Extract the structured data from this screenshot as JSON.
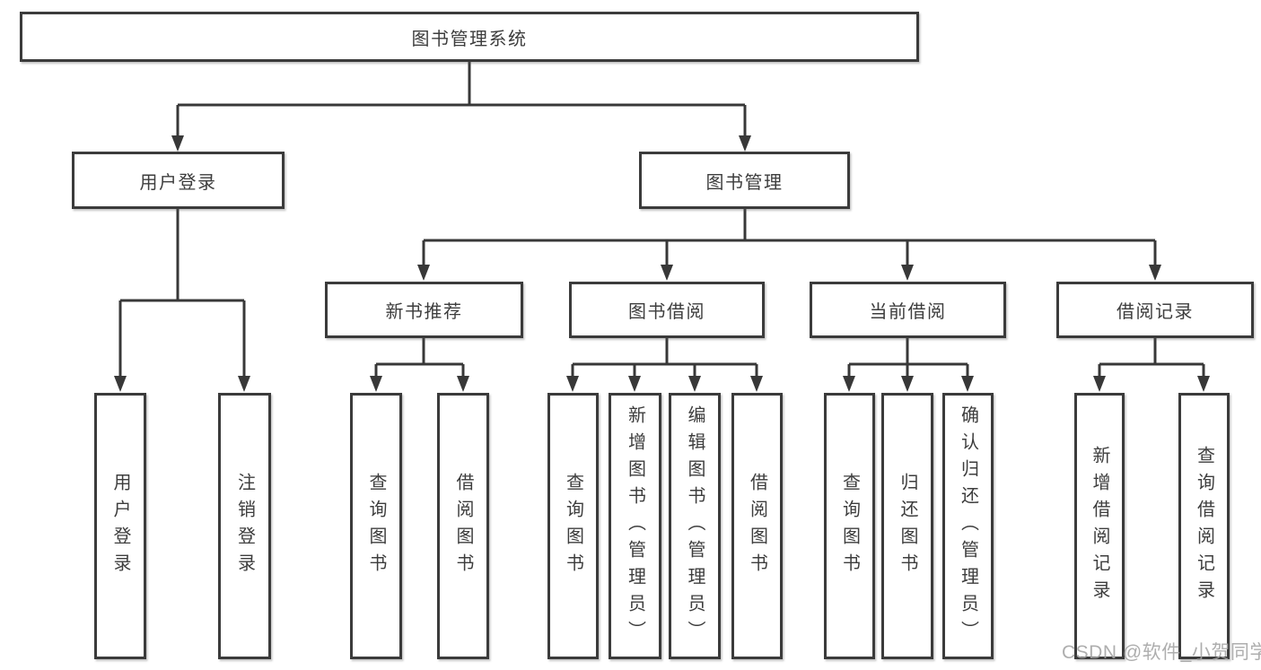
{
  "diagram": {
    "root": "图书管理系统",
    "children": [
      {
        "label": "用户登录",
        "children": [
          {
            "label": "用户登录"
          },
          {
            "label": "注销登录"
          }
        ]
      },
      {
        "label": "图书管理",
        "children": [
          {
            "label": "新书推荐",
            "children": [
              {
                "label": "查询图书"
              },
              {
                "label": "借阅图书"
              }
            ]
          },
          {
            "label": "图书借阅",
            "children": [
              {
                "label": "查询图书"
              },
              {
                "label": "新增图书（管理员）"
              },
              {
                "label": "编辑图书（管理员）"
              },
              {
                "label": "借阅图书"
              }
            ]
          },
          {
            "label": "当前借阅",
            "children": [
              {
                "label": "查询图书"
              },
              {
                "label": "归还图书"
              },
              {
                "label": "确认归还（管理员）"
              }
            ]
          },
          {
            "label": "借阅记录",
            "children": [
              {
                "label": "新增借阅记录"
              },
              {
                "label": "查询借阅记录"
              }
            ]
          }
        ]
      }
    ]
  },
  "watermark": "CSDN @软件_小贺同学",
  "colors": {
    "line": "#383838",
    "border": "#3b3b3b",
    "text": "#3d3d3d",
    "background": "#ffffff",
    "watermark": "#a3a3a3"
  }
}
